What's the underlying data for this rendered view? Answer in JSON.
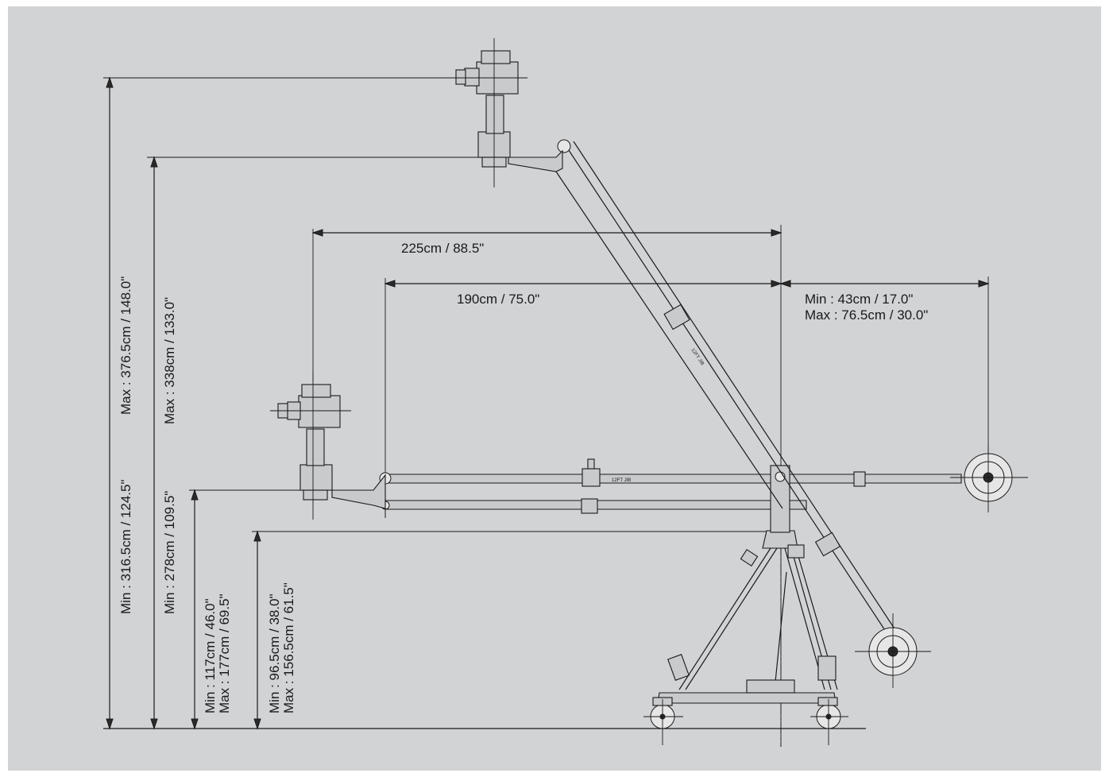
{
  "colors": {
    "background": "#d2d3d5",
    "ink": "#1a1a1a"
  },
  "dimensions": {
    "reach_long": "225cm / 88.5\"",
    "reach_short": "190cm / 75.0\"",
    "counter_min": "Min  : 43cm / 17.0\"",
    "counter_max": "Max : 76.5cm / 30.0\"",
    "h1_min": "Min  : 316.5cm / 124.5\"",
    "h1_max": "Max : 376.5cm / 148.0\"",
    "h2_min": "Min  : 278cm / 109.5\"",
    "h2_max": "Max : 338cm / 133.0\"",
    "h3_min": "Min  : 117cm / 46.0\"",
    "h3_max": "Max : 177cm / 69.5\"",
    "h4_min": "Min  : 96.5cm / 38.0\"",
    "h4_max": "Max : 156.5cm / 61.5\""
  },
  "arm_labels": {
    "horizontal": "12FT JIB",
    "angled": "12FT JIB"
  }
}
